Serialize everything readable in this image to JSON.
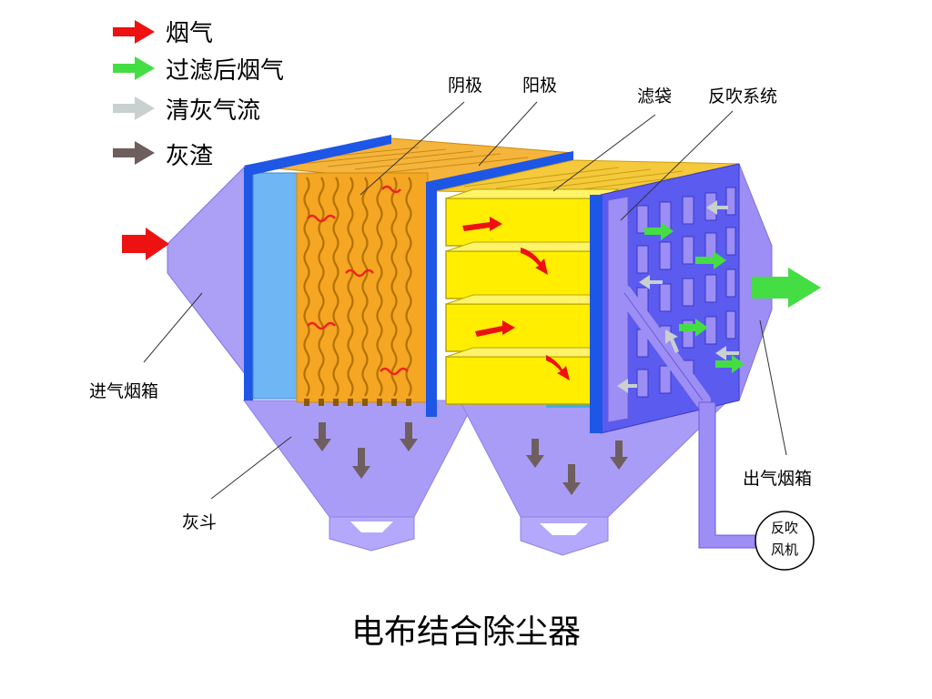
{
  "legend": [
    {
      "label": "烟气",
      "color": "#ee1111"
    },
    {
      "label": "过滤后烟气",
      "color": "#44dd44"
    },
    {
      "label": "清灰气流",
      "color": "#c8d0d0"
    },
    {
      "label": "灰渣",
      "color": "#6e5e5e"
    }
  ],
  "labels": {
    "cathode": "阴极",
    "anode": "阳极",
    "filter_bag": "滤袋",
    "blowback_system": "反吹系统",
    "inlet_box": "进气烟箱",
    "outlet_box": "出气烟箱",
    "ash_hopper": "灰斗",
    "fan_line1": "反吹",
    "fan_line2": "风机"
  },
  "title": "电布结合除尘器",
  "colors": {
    "housing": "#9d8ef5",
    "frame_blue": "#1e56e6",
    "electrode_orange": "#f5a623",
    "bag_yellow": "#ffee00",
    "outlet_blue": "#5b5bf0",
    "light_blue": "#6fb6f5"
  }
}
